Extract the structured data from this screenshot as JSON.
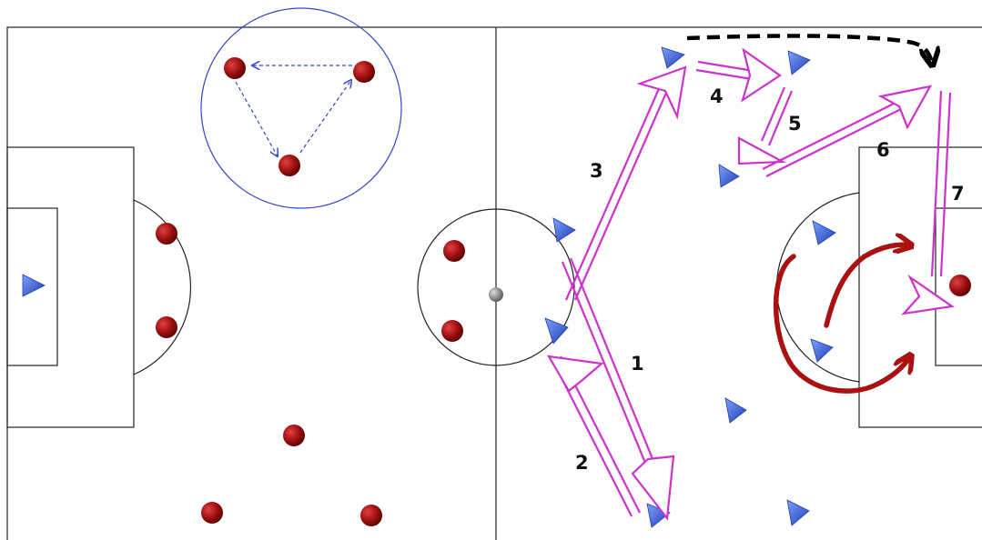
{
  "diagram": {
    "colors": {
      "pitch_lines": "#222222",
      "red_player": "#9a0e0e",
      "blue_player": "#2f59d6",
      "pass_arrow": "#cc33cc",
      "run_arrow": "#aa1111",
      "dashed_run": "#000000",
      "rondo_circle": "#3344cc",
      "ball": "#888888"
    },
    "icons": {
      "red_player": "red-ball-player-icon",
      "blue_player": "blue-triangle-player-icon",
      "ball": "ball-icon"
    },
    "step_labels": [
      "1",
      "2",
      "3",
      "4",
      "5",
      "6",
      "7"
    ]
  }
}
